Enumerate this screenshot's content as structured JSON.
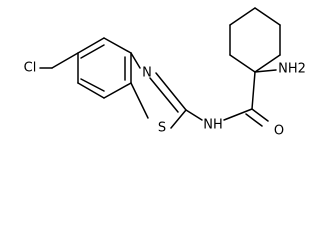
{
  "diagram": {
    "type": "chemical-structure",
    "colors": {
      "bond": "#000000",
      "label": "#000000",
      "background": "#ffffff"
    },
    "atom_labels": {
      "chlorine": "Cl",
      "thiazole_nitrogen": "N",
      "thiazole_sulfur": "S",
      "amide_nitrogen": "NH",
      "amine": "NH2",
      "carbonyl_oxygen": "O"
    }
  }
}
